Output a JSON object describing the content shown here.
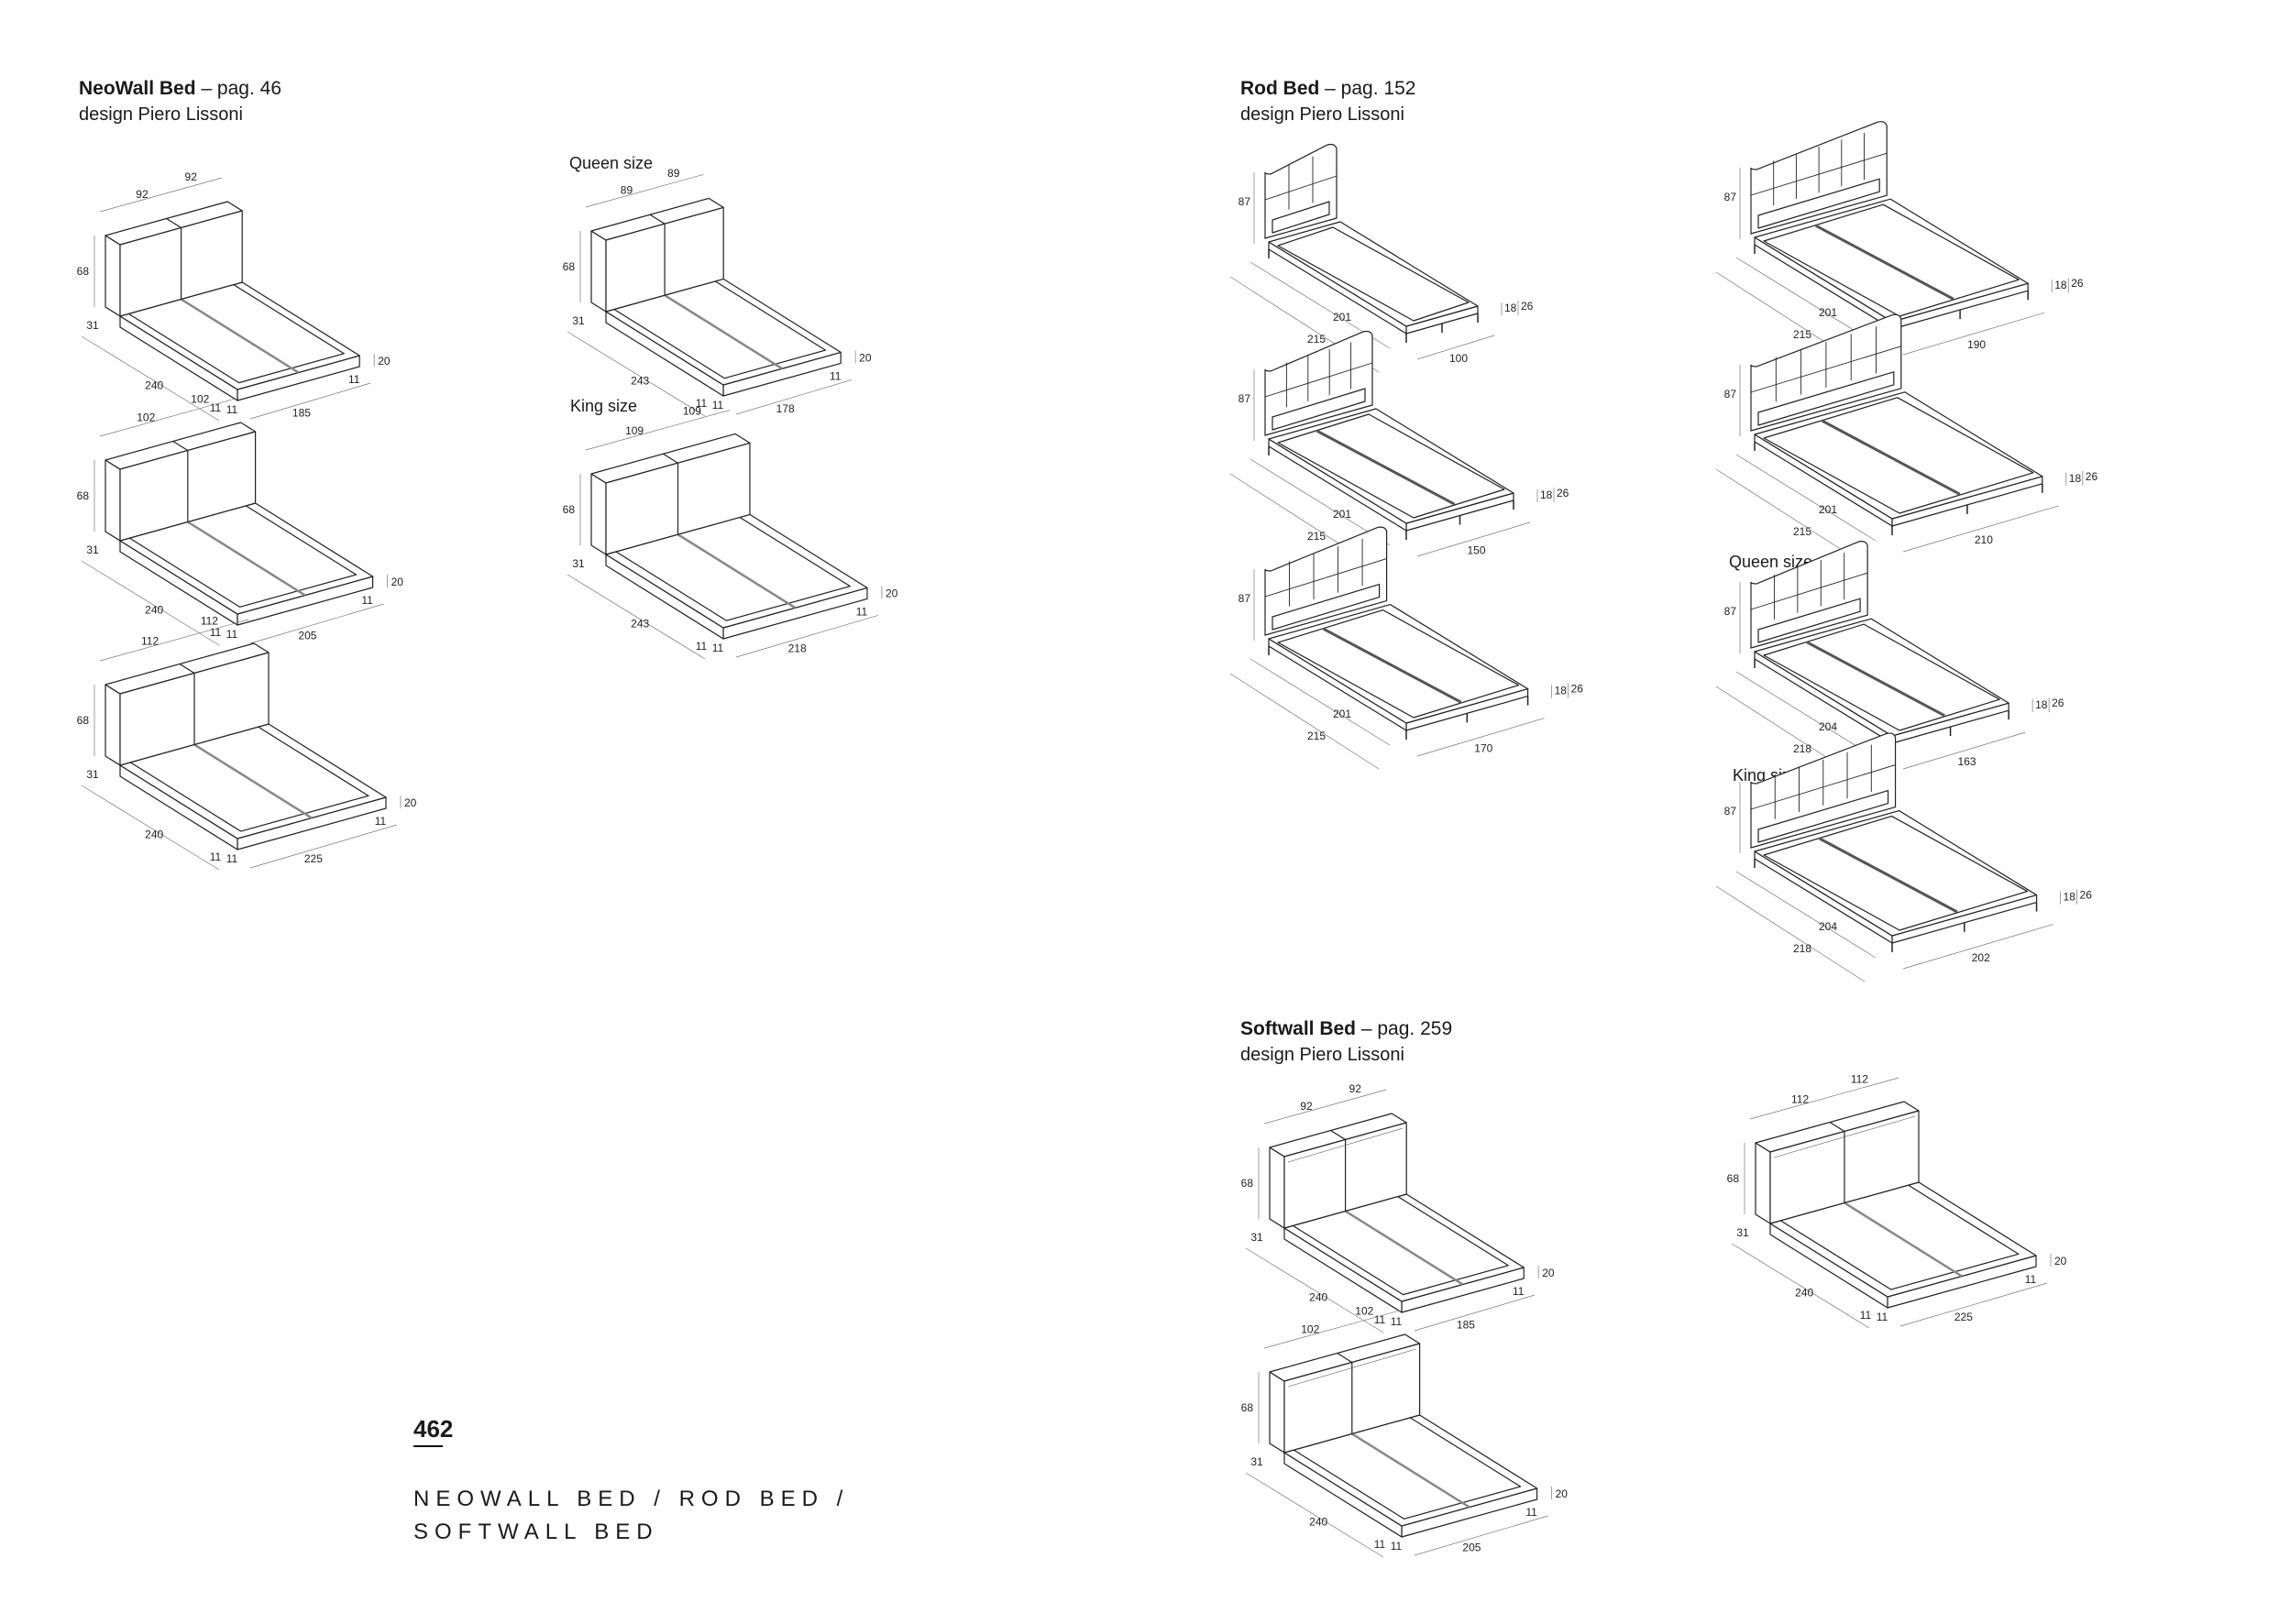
{
  "neowall": {
    "name": "NeoWall Bed",
    "page_ref": "– pag. 46",
    "designer": "design Piero Lissoni",
    "beds": [
      {
        "label": "",
        "dims": {
          "cushion_left": "92",
          "cushion_right": "92",
          "height": "68",
          "depth": "31",
          "length": "240",
          "side_left": "11",
          "side_right": "11",
          "width": "185",
          "frame_height": "20",
          "side_front": "11"
        },
        "width_cm": 185
      },
      {
        "label": "",
        "dims": {
          "cushion_left": "102",
          "cushion_right": "102",
          "height": "68",
          "depth": "31",
          "length": "240",
          "side_left": "11",
          "side_right": "11",
          "width": "205",
          "frame_height": "20",
          "side_front": "11"
        },
        "width_cm": 205
      },
      {
        "label": "",
        "dims": {
          "cushion_left": "112",
          "cushion_right": "112",
          "height": "68",
          "depth": "31",
          "length": "240",
          "side_left": "11",
          "side_right": "11",
          "width": "225",
          "frame_height": "20",
          "side_front": "11"
        },
        "width_cm": 225
      },
      {
        "label": "Queen size",
        "dims": {
          "cushion_left": "89",
          "cushion_right": "89",
          "height": "68",
          "depth": "31",
          "length": "243",
          "side_left": "11",
          "side_right": "11",
          "width": "178",
          "frame_height": "20",
          "side_front": "11"
        },
        "width_cm": 178
      },
      {
        "label": "King size",
        "dims": {
          "cushion_left": "109",
          "cushion_right": "109",
          "height": "68",
          "depth": "31",
          "length": "243",
          "side_left": "11",
          "side_right": "11",
          "width": "218",
          "frame_height": "20",
          "side_front": "11"
        },
        "width_cm": 218
      }
    ]
  },
  "rod": {
    "name": "Rod Bed",
    "page_ref": "– pag. 152",
    "designer": "design Piero Lissoni",
    "beds": [
      {
        "label": "",
        "dims": {
          "height": "87",
          "inner_length": "201",
          "outer_length": "215",
          "width": "100",
          "frame_h1": "18",
          "frame_h2": "26"
        },
        "width_cm": 100,
        "cols": 3
      },
      {
        "label": "",
        "dims": {
          "height": "87",
          "inner_length": "201",
          "outer_length": "215",
          "width": "150",
          "frame_h1": "18",
          "frame_h2": "26"
        },
        "width_cm": 150,
        "cols": 5
      },
      {
        "label": "",
        "dims": {
          "height": "87",
          "inner_length": "201",
          "outer_length": "215",
          "width": "170",
          "frame_h1": "18",
          "frame_h2": "26"
        },
        "width_cm": 170,
        "cols": 5
      },
      {
        "label": "",
        "dims": {
          "height": "87",
          "inner_length": "201",
          "outer_length": "215",
          "width": "190",
          "frame_h1": "18",
          "frame_h2": "26"
        },
        "width_cm": 190,
        "cols": 6
      },
      {
        "label": "",
        "dims": {
          "height": "87",
          "inner_length": "201",
          "outer_length": "215",
          "width": "210",
          "frame_h1": "18",
          "frame_h2": "26"
        },
        "width_cm": 210,
        "cols": 6
      },
      {
        "label": "Queen size",
        "dims": {
          "height": "87",
          "inner_length": "204",
          "outer_length": "218",
          "width": "163",
          "frame_h1": "18",
          "frame_h2": "26"
        },
        "width_cm": 163,
        "cols": 5
      },
      {
        "label": "King size",
        "dims": {
          "height": "87",
          "inner_length": "204",
          "outer_length": "218",
          "width": "202",
          "frame_h1": "18",
          "frame_h2": "26"
        },
        "width_cm": 202,
        "cols": 6
      }
    ]
  },
  "softwall": {
    "name": "Softwall Bed",
    "page_ref": "– pag. 259",
    "designer": "design Piero Lissoni",
    "beds": [
      {
        "label": "",
        "dims": {
          "cushion_left": "92",
          "cushion_right": "92",
          "height": "68",
          "depth": "31",
          "length": "240",
          "side_left": "11",
          "side_right": "11",
          "width": "185",
          "frame_height": "20",
          "side_front": "11"
        },
        "width_cm": 185
      },
      {
        "label": "",
        "dims": {
          "cushion_left": "112",
          "cushion_right": "112",
          "height": "68",
          "depth": "31",
          "length": "240",
          "side_left": "11",
          "side_right": "11",
          "width": "225",
          "frame_height": "20",
          "side_front": "11"
        },
        "width_cm": 225
      },
      {
        "label": "",
        "dims": {
          "cushion_left": "102",
          "cushion_right": "102",
          "height": "68",
          "depth": "31",
          "length": "240",
          "side_left": "11",
          "side_right": "11",
          "width": "205",
          "frame_height": "20",
          "side_front": "11"
        },
        "width_cm": 205
      }
    ]
  },
  "footer": {
    "page_number": "462",
    "title_line1": "NEOWALL BED / ROD BED /",
    "title_line2": "SOFTWALL BED"
  }
}
